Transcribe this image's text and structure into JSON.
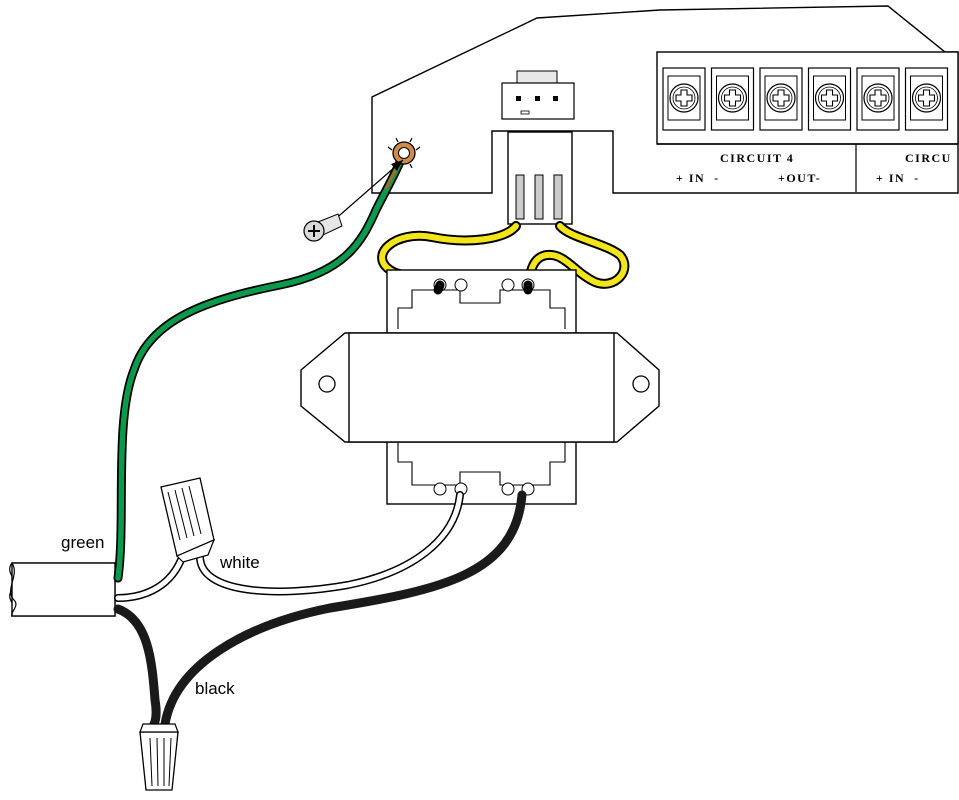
{
  "labels": {
    "green": "green",
    "white": "white",
    "black": "black"
  },
  "terminal_block": {
    "circuit_label": "CIRCUIT 4",
    "circuit_label_next": "CIRCU",
    "in_label": "+ IN  -",
    "out_label": "+OUT-",
    "in_label_next": "+ IN  -",
    "screw_count": 6
  },
  "colors": {
    "green_wire": "#0a9a4c",
    "yellow_wire": "#f2e61a",
    "black_wire": "#1a1a1a",
    "white_wire": "#ffffff",
    "ground_lug": "#b5651d"
  }
}
